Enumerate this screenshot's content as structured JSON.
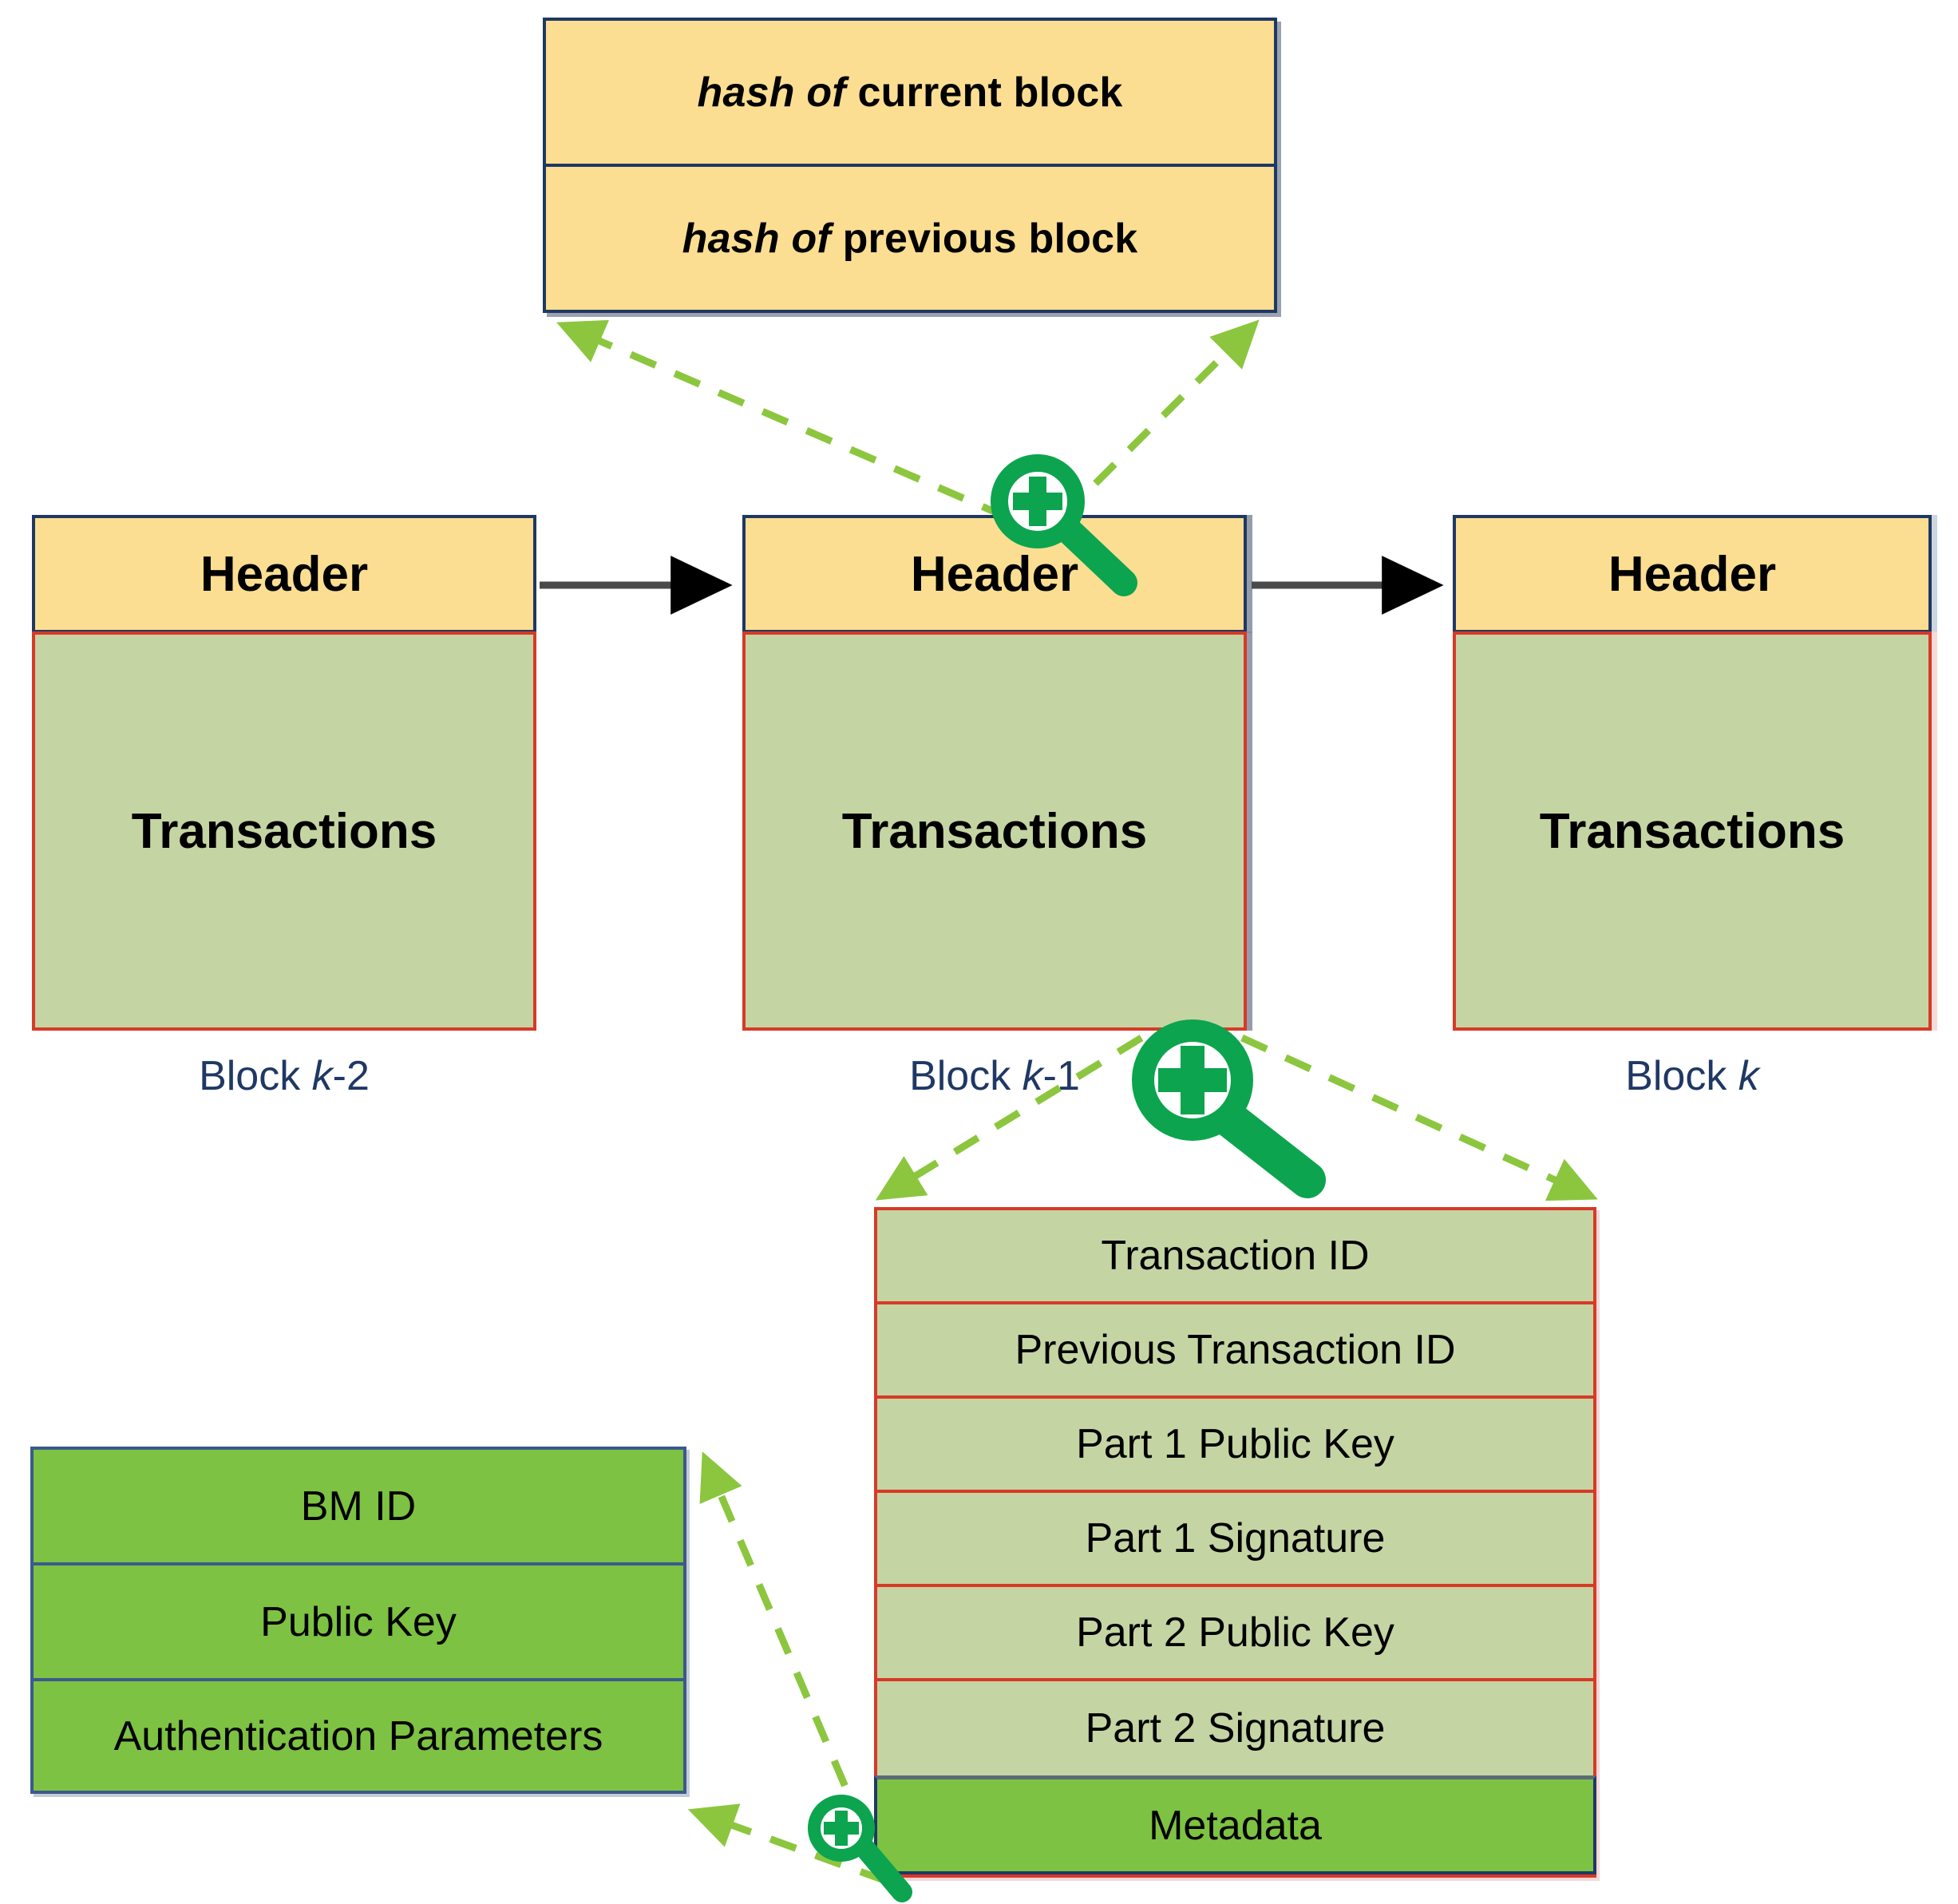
{
  "diagram": {
    "title": "Blockchain block structure with transaction detail",
    "colors": {
      "header_fill": "#FBDE92",
      "header_border": "#1F3864",
      "transactions_fill": "#C5D4A3",
      "transactions_border": "#D73A27",
      "metadata_fill": "#7DC242",
      "metadata_border": "#1F3864",
      "bm_fill": "#7DC242",
      "bm_border": "#3B5A8C",
      "magnifier_green": "#0CA44E",
      "dashed_arrow_green": "#8CC63F",
      "chain_arrow": "#000000",
      "label_text": "#1F3864"
    }
  },
  "hash_box": {
    "rows": [
      {
        "emphasis": "hash of",
        "rest": " current block"
      },
      {
        "emphasis": "hash of",
        "rest": " previous block"
      }
    ]
  },
  "blocks": [
    {
      "header_label": "Header",
      "body_label": "Transactions",
      "caption_prefix": "Block ",
      "caption_var": "k",
      "caption_suffix": "-2"
    },
    {
      "header_label": "Header",
      "body_label": "Transactions",
      "caption_prefix": "Block ",
      "caption_var": "k",
      "caption_suffix": "-1"
    },
    {
      "header_label": "Header",
      "body_label": "Transactions",
      "caption_prefix": "Block ",
      "caption_var": "k",
      "caption_suffix": ""
    }
  ],
  "transaction_detail": {
    "rows": [
      "Transaction ID",
      "Previous Transaction ID",
      "Part 1 Public Key",
      "Part 1 Signature",
      "Part 2 Public Key",
      "Part 2 Signature",
      "Metadata"
    ]
  },
  "metadata_detail": {
    "rows": [
      "BM ID",
      "Public Key",
      "Authentication Parameters"
    ]
  },
  "icons": {
    "zoom_header": "magnifier-plus-icon",
    "zoom_transactions": "magnifier-plus-icon",
    "zoom_metadata": "magnifier-plus-icon",
    "chain_arrow": "arrow-right-icon"
  }
}
